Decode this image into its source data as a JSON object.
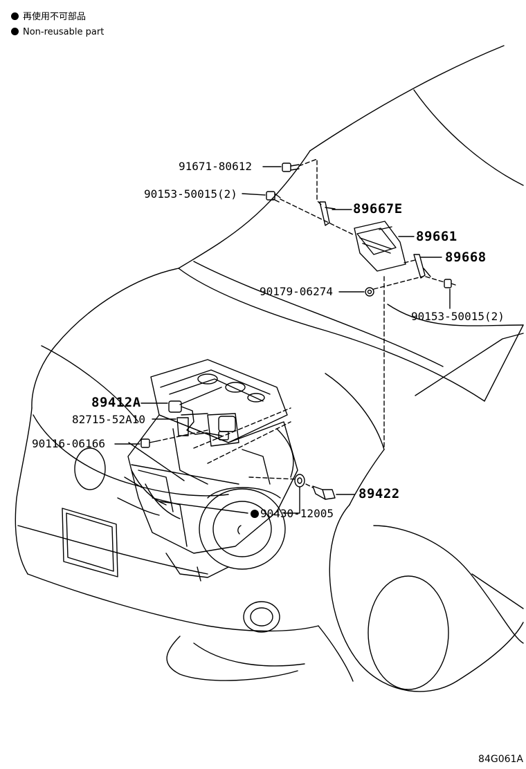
{
  "legend": {
    "line1": "再使用不可部品",
    "line2": "Non-reusable part",
    "marker_color": "#000000"
  },
  "parts": {
    "p91671": "91671-80612",
    "p90153_top": "90153-50015(2)",
    "p89667e": "89667E",
    "p89661": "89661",
    "p89668": "89668",
    "p90179": "90179-06274",
    "p90153_right": "90153-50015(2)",
    "p89412a": "89412A",
    "p82715": "82715-52A10",
    "p90116": "90116-06166",
    "p89422": "89422",
    "p90430": "90430-12005"
  },
  "non_reusable": [
    "90430-12005"
  ],
  "reference_code": "84G061A",
  "line_color": "#000000"
}
